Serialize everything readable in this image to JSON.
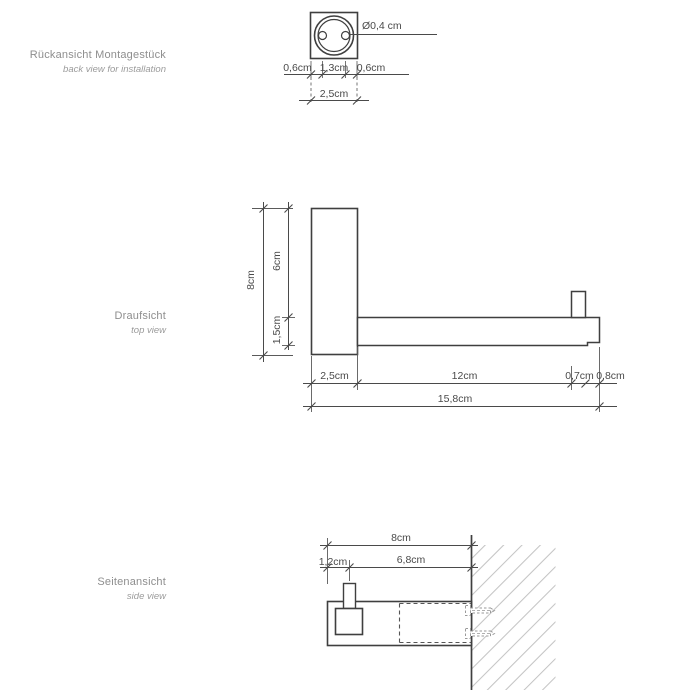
{
  "drawing": {
    "back_view": {
      "title_de": "Rückansicht Montagestück",
      "title_en": "back view for installation",
      "dim_hole_diameter": "Ø0,4 cm",
      "dim_edge_left": "0,6cm",
      "dim_hole_spacing": "1,3cm",
      "dim_edge_right": "0,6cm",
      "dim_total_width": "2,5cm"
    },
    "top_view": {
      "title_de": "Draufsicht",
      "title_en": "top view",
      "dim_plate_width": "8cm",
      "dim_plate_upper": "6cm",
      "dim_bar_width": "1,5cm",
      "dim_plate_depth": "2,5cm",
      "dim_bar_length": "12cm",
      "dim_post": "0,7cm",
      "dim_end": "0,8cm",
      "dim_total_length": "15,8cm"
    },
    "side_view": {
      "title_de": "Seitenansicht",
      "title_en": "side view",
      "dim_total_depth": "8cm",
      "dim_post_to_wall": "6,8cm",
      "dim_front_to_post": "1,2cm"
    },
    "colors": {
      "background": "#ffffff",
      "object_line": "#3f3f3f",
      "dimension_line": "#4a4a4a",
      "dimension_text": "#4a4a4a",
      "label_text": "#8e8e8e",
      "hatch": "#c4c4c4",
      "screw": "#9a9a9a"
    }
  }
}
